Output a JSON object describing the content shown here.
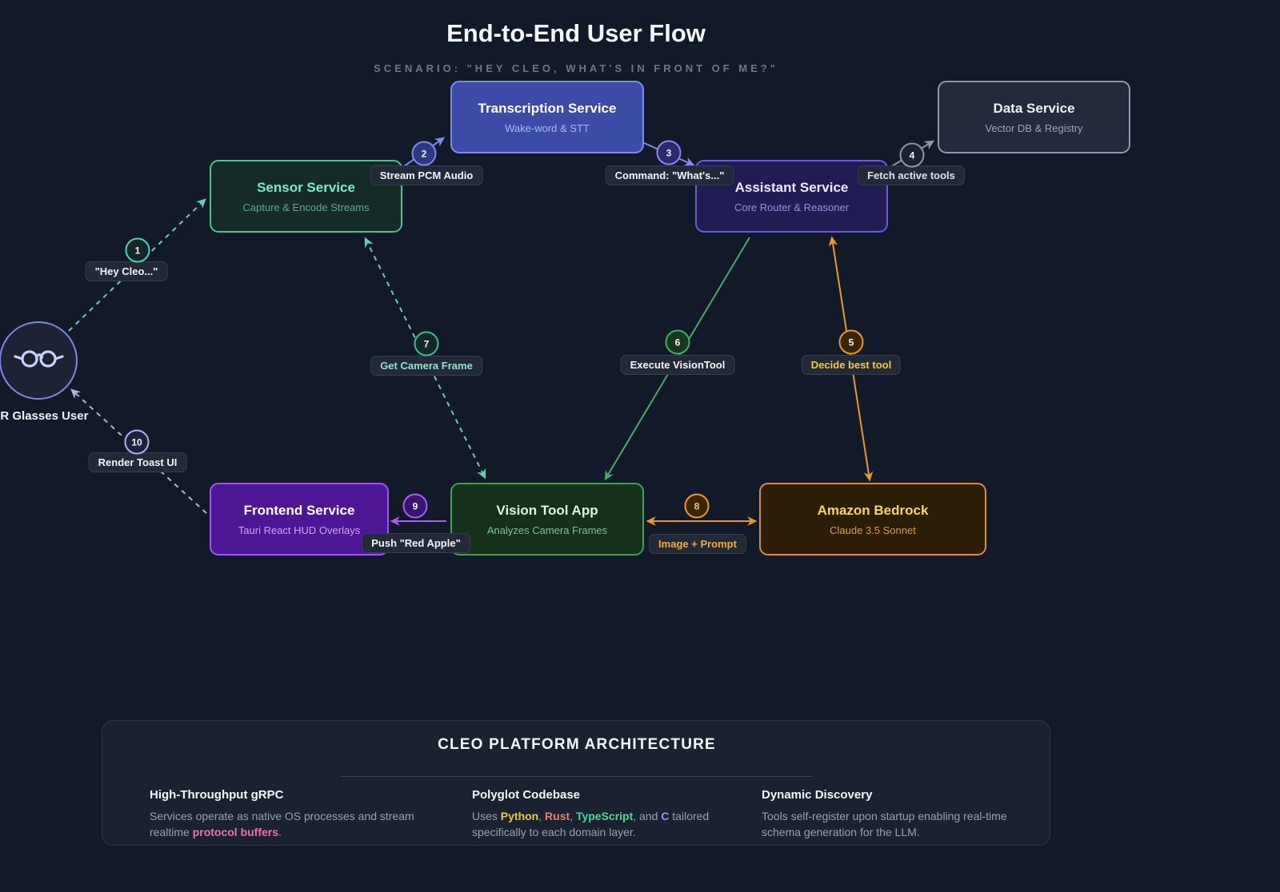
{
  "header": {
    "title": "End-to-End User Flow",
    "subtitle": "SCENARIO: \"HEY CLEO, WHAT'S IN FRONT OF ME?\""
  },
  "user": {
    "label": "AR Glasses User",
    "icon": "glasses-icon",
    "accent": "#7e88e0"
  },
  "nodes": [
    {
      "id": "transcription",
      "title": "Transcription Service",
      "subtitle": "Wake-word & STT",
      "accent": "#7c8cec"
    },
    {
      "id": "data",
      "title": "Data Service",
      "subtitle": "Vector DB & Registry",
      "accent": "#8d96aa"
    },
    {
      "id": "sensor",
      "title": "Sensor Service",
      "subtitle": "Capture & Encode Streams",
      "accent": "#49c193"
    },
    {
      "id": "assistant",
      "title": "Assistant Service",
      "subtitle": "Core Router & Reasoner",
      "accent": "#6a5ae0"
    },
    {
      "id": "frontend",
      "title": "Frontend Service",
      "subtitle": "Tauri React HUD Overlays",
      "accent": "#a253f5"
    },
    {
      "id": "vision",
      "title": "Vision Tool App",
      "subtitle": "Analyzes Camera Frames",
      "accent": "#3f9e5c"
    },
    {
      "id": "bedrock",
      "title": "Amazon Bedrock",
      "subtitle": "Claude 3.5 Sonnet",
      "accent": "#d98e3b"
    }
  ],
  "steps": [
    {
      "num": "1",
      "label": "\"Hey Cleo...\""
    },
    {
      "num": "2",
      "label": "Stream PCM Audio"
    },
    {
      "num": "3",
      "label": "Command: \"What's...\""
    },
    {
      "num": "4",
      "label": "Fetch active tools"
    },
    {
      "num": "5",
      "label": "Decide best tool"
    },
    {
      "num": "6",
      "label": "Execute VisionTool"
    },
    {
      "num": "7",
      "label": "Get Camera Frame"
    },
    {
      "num": "8",
      "label": "Image + Prompt"
    },
    {
      "num": "9",
      "label": "Push \"Red Apple\""
    },
    {
      "num": "10",
      "label": "Render Toast UI"
    }
  ],
  "footer": {
    "title": "CLEO PLATFORM ARCHITECTURE",
    "grpc": {
      "heading": "High-Throughput gRPC",
      "t1": "Services operate as native OS processes and stream realtime ",
      "highlight": "protocol buffers",
      "t2": "."
    },
    "polyglot": {
      "heading": "Polyglot Codebase",
      "t1": "Uses ",
      "python": "Python",
      "s1": ", ",
      "rust": "Rust",
      "s2": ", ",
      "typescript": "TypeScript",
      "s3": ", and ",
      "c": "C",
      "t2": " tailored specifically to each domain layer."
    },
    "discovery": {
      "heading": "Dynamic Discovery",
      "body": "Tools self-register upon startup enabling real-time schema generation for the LLM."
    }
  }
}
